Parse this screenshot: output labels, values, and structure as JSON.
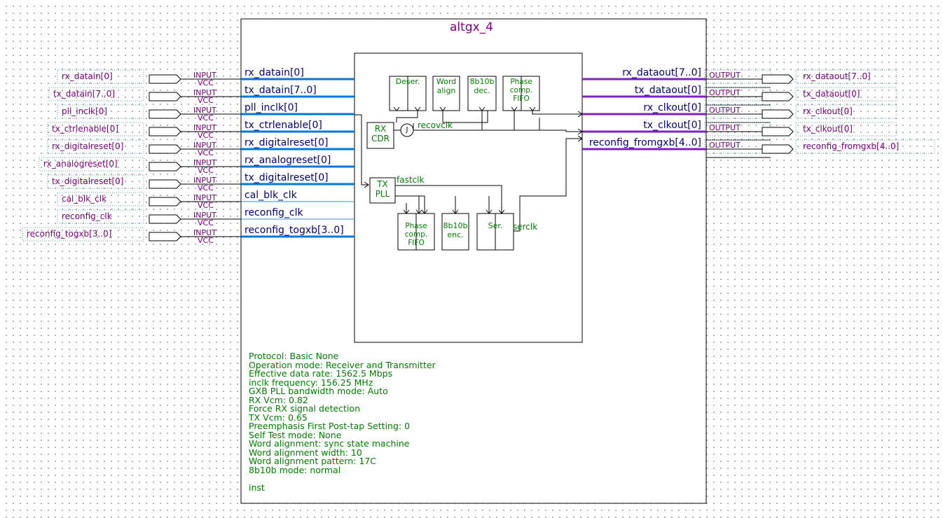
{
  "instance": {
    "title": "altgx_4",
    "inst_label": "inst"
  },
  "input_pins": [
    {
      "name": "rx_datain[0]",
      "type": "INPUT",
      "default": "VCC"
    },
    {
      "name": "tx_datain[7..0]",
      "type": "INPUT",
      "default": "VCC"
    },
    {
      "name": "pll_inclk[0]",
      "type": "INPUT",
      "default": "VCC"
    },
    {
      "name": "tx_ctrlenable[0]",
      "type": "INPUT",
      "default": "VCC"
    },
    {
      "name": "rx_digitalreset[0]",
      "type": "INPUT",
      "default": "VCC"
    },
    {
      "name": "rx_analogreset[0]",
      "type": "INPUT",
      "default": "VCC"
    },
    {
      "name": "tx_digitalreset[0]",
      "type": "INPUT",
      "default": "VCC"
    },
    {
      "name": "cal_blk_clk",
      "type": "INPUT",
      "default": "VCC"
    },
    {
      "name": "reconfig_clk",
      "type": "INPUT",
      "default": "VCC"
    },
    {
      "name": "reconfig_togxb[3..0]",
      "type": "INPUT",
      "default": "VCC"
    }
  ],
  "input_ports": [
    "rx_datain[0]",
    "tx_datain[7..0]",
    "pll_inclk[0]",
    "tx_ctrlenable[0]",
    "rx_digitalreset[0]",
    "rx_analogreset[0]",
    "tx_digitalreset[0]",
    "cal_blk_clk",
    "reconfig_clk",
    "reconfig_togxb[3..0]"
  ],
  "output_ports": [
    "rx_dataout[7..0]",
    "tx_dataout[0]",
    "rx_clkout[0]",
    "tx_clkout[0]",
    "reconfig_fromgxb[4..0]"
  ],
  "output_pins": [
    {
      "name": "rx_dataout[7..0]",
      "type": "OUTPUT"
    },
    {
      "name": "tx_dataout[0]",
      "type": "OUTPUT"
    },
    {
      "name": "rx_clkout[0]",
      "type": "OUTPUT"
    },
    {
      "name": "tx_clkout[0]",
      "type": "OUTPUT"
    },
    {
      "name": "reconfig_fromgxb[4..0]",
      "type": "OUTPUT"
    }
  ],
  "blocks": {
    "deser": "Deser.",
    "word_align": "Word align",
    "dec": "8b10b dec.",
    "phase_rx": "Phase comp. FIFO",
    "rx_cdr": "RX CDR",
    "tx_pll": "TX PLL",
    "phase_tx": "Phase comp. FIFO",
    "enc": "8b10b enc.",
    "ser": "Ser.",
    "j": "J"
  },
  "signals": {
    "recovclk": "recovclk",
    "fastclk": "fastclk",
    "serclk": "serclk"
  },
  "parameters": [
    "Protocol: Basic None",
    "Operation mode: Receiver and Transmitter",
    "Effective data rate: 1562.5 Mbps",
    "inclk frequency: 156.25 MHz",
    "GXB PLL bandwidth mode: Auto",
    "RX Vcm: 0.82",
    "Force RX signal detection",
    "TX Vcm: 0.65",
    "Preemphasis First Post-tap Setting: 0",
    "Self Test mode: None",
    "Word alignment: sync state machine",
    "Word alignment width: 10",
    "Word alignment pattern: 17C",
    "8b10b mode: normal"
  ],
  "colors": {
    "pin_text": "#800080",
    "port_text": "#000080",
    "block_text": "#008000",
    "bus_in": "#0078d7",
    "bus_out": "#8020c0",
    "wire": "#000000"
  }
}
